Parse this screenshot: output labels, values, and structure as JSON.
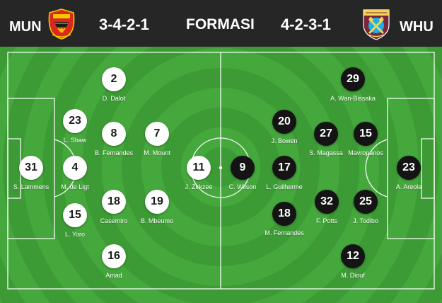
{
  "header": {
    "home_code": "MUN",
    "home_formation": "3-4-2-1",
    "title": "FORMASI",
    "away_formation": "4-2-3-1",
    "away_code": "WHU",
    "home_crest_text": "MANCHESTER UNITED",
    "away_crest_text": "WEST HAM UNITED"
  },
  "colors": {
    "header_bg": "#262626",
    "pitch_light": "#45a83c",
    "pitch_dark": "#3d9b35",
    "home_disc": "#ffffff",
    "away_disc": "#141414",
    "mun_red": "#da291c",
    "whu_claret": "#7a263a",
    "whu_blue": "#1bb1e7"
  },
  "home_players": [
    {
      "number": "2",
      "name": "D. Dalot"
    },
    {
      "number": "23",
      "name": "L. Shaw"
    },
    {
      "number": "8",
      "name": "B. Fernandes"
    },
    {
      "number": "7",
      "name": "M. Mount"
    },
    {
      "number": "31",
      "name": "S. Lammens"
    },
    {
      "number": "4",
      "name": "M. de Ligt"
    },
    {
      "number": "11",
      "name": "J. Zirkzee"
    },
    {
      "number": "15",
      "name": "L. Yoro"
    },
    {
      "number": "18",
      "name": "Casemiro"
    },
    {
      "number": "19",
      "name": "B. Mbeumo"
    },
    {
      "number": "16",
      "name": "Amad"
    }
  ],
  "away_players": [
    {
      "number": "29",
      "name": "A. Wan-Bissaka"
    },
    {
      "number": "20",
      "name": "J. Bowen"
    },
    {
      "number": "27",
      "name": "S. Magassa"
    },
    {
      "number": "15",
      "name": "Mavropanos"
    },
    {
      "number": "9",
      "name": "C. Wilson"
    },
    {
      "number": "17",
      "name": "L. Guilherme"
    },
    {
      "number": "23",
      "name": "A. Areola"
    },
    {
      "number": "18",
      "name": "M. Fernandes"
    },
    {
      "number": "32",
      "name": "F. Potts"
    },
    {
      "number": "25",
      "name": "J. Todibo"
    },
    {
      "number": "12",
      "name": "M. Diouf"
    }
  ]
}
